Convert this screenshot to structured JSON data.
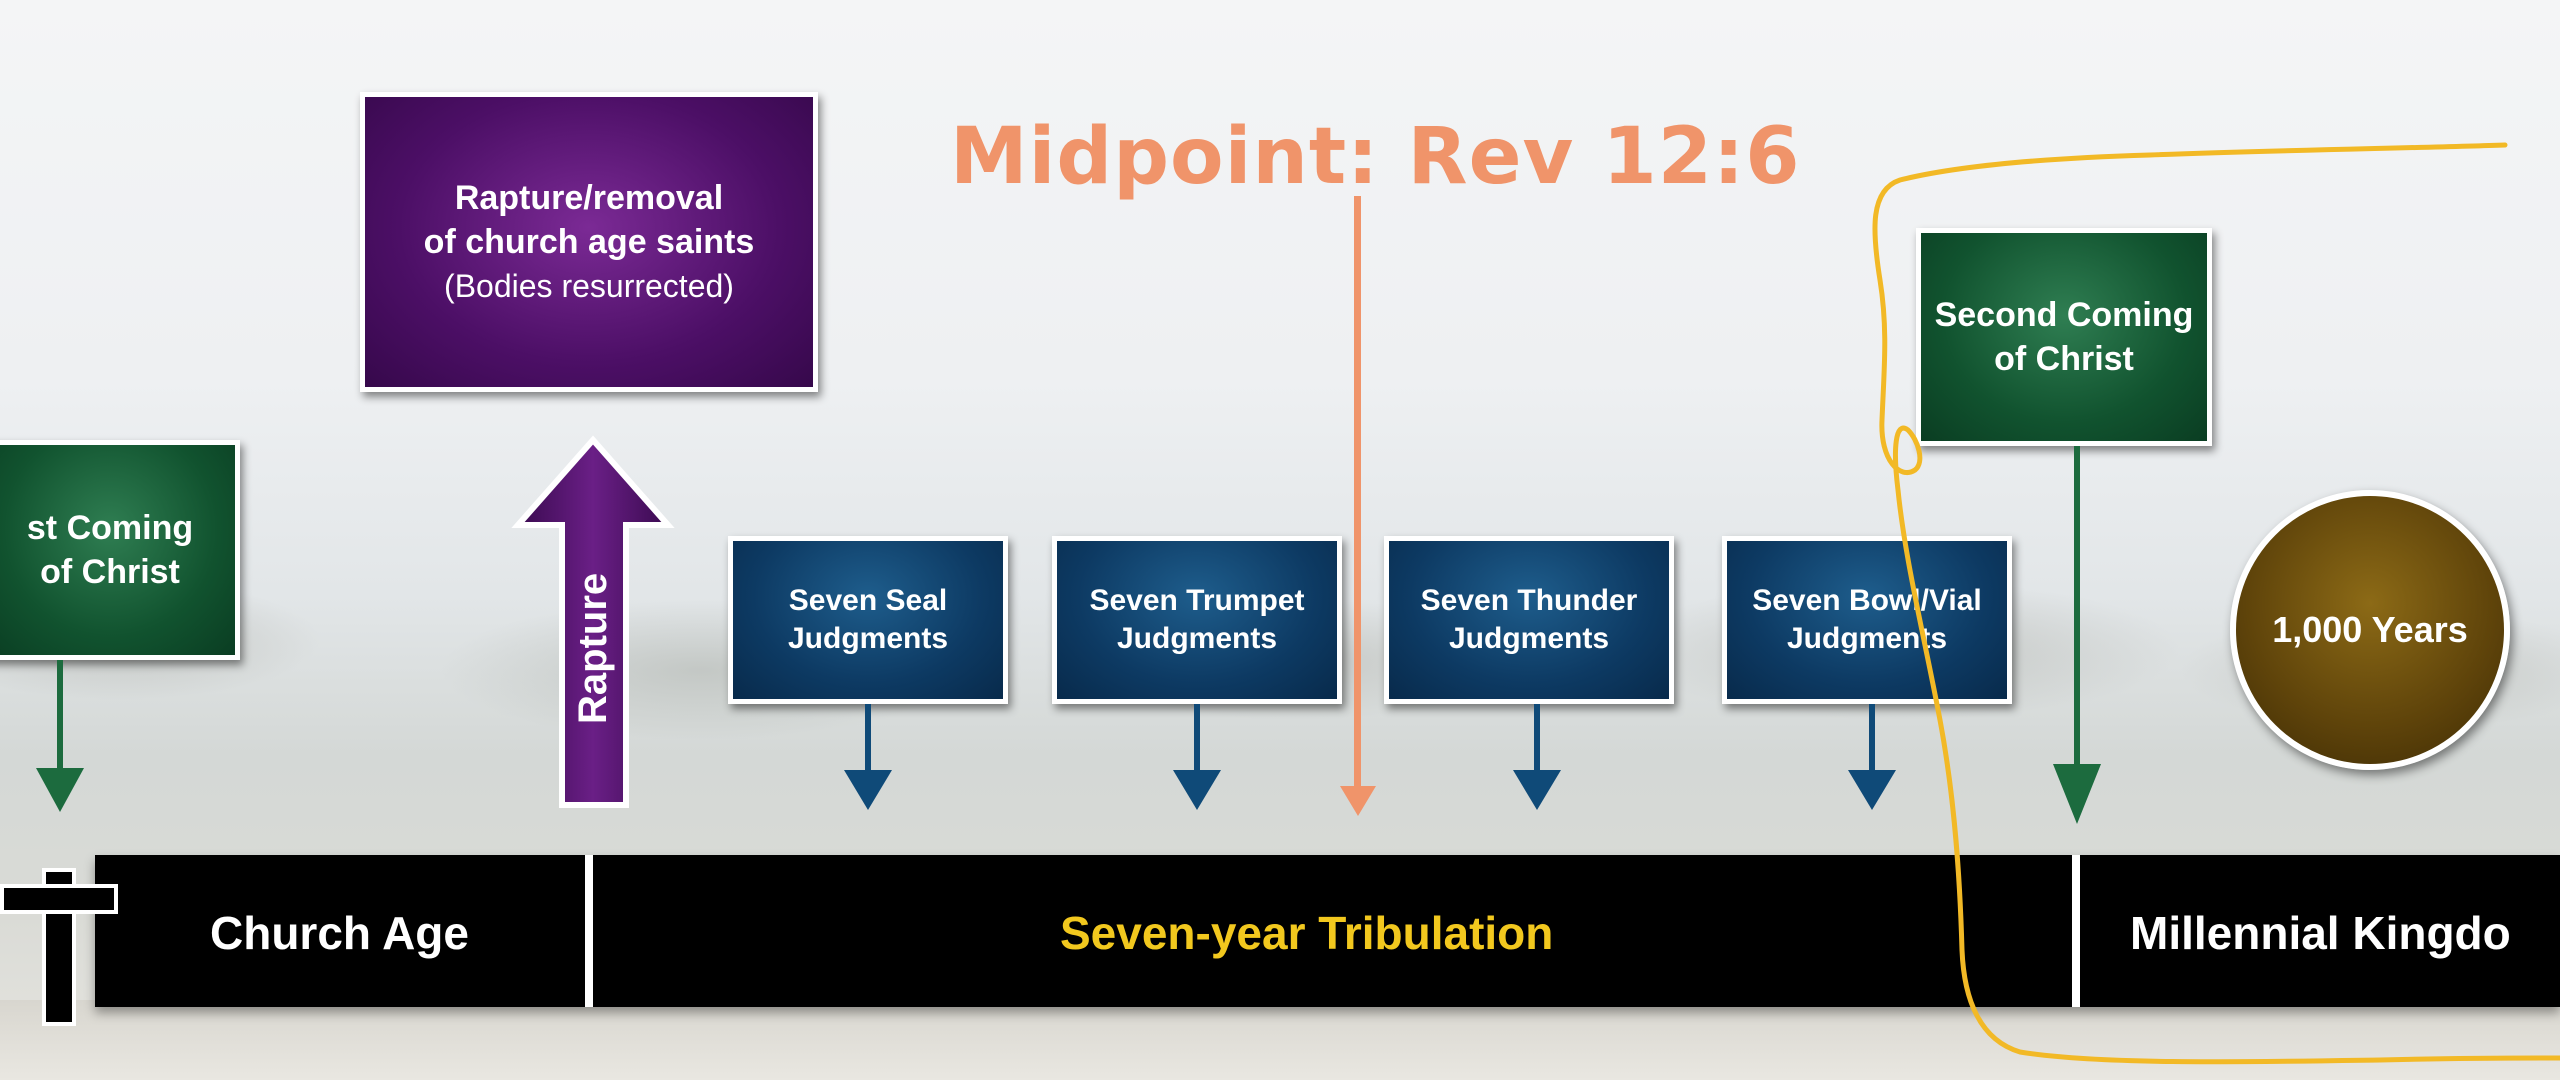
{
  "diagram": {
    "midpoint_label": "Midpoint: Rev 12:6",
    "first_coming": {
      "line1": "st Coming",
      "line2": "of Christ"
    },
    "rapture_box": {
      "line1": "Rapture/removal",
      "line2": "of church age saints",
      "line3": "(Bodies resurrected)"
    },
    "rapture_arrow_label": "Rapture",
    "judgments": [
      {
        "line1": "Seven Seal",
        "line2": "Judgments"
      },
      {
        "line1": "Seven Trumpet",
        "line2": "Judgments"
      },
      {
        "line1": "Seven Thunder",
        "line2": "Judgments"
      },
      {
        "line1": "Seven Bowl/Vial",
        "line2": "Judgments"
      }
    ],
    "second_coming": {
      "line1": "Second Coming",
      "line2": "of Christ"
    },
    "millennium_circle": "1,000 Years",
    "timeline": {
      "church_age": "Church Age",
      "tribulation": "Seven-year Tribulation",
      "millennial": "Millennial Kingdo"
    }
  },
  "colors": {
    "green": "#11532f",
    "purple": "#4c0f66",
    "blue": "#0d3a63",
    "gold": "#5e430a",
    "tribulation_text": "#f2c81e",
    "midpoint_annotation": "#f0946a",
    "highlight_outline": "#f2b926"
  }
}
